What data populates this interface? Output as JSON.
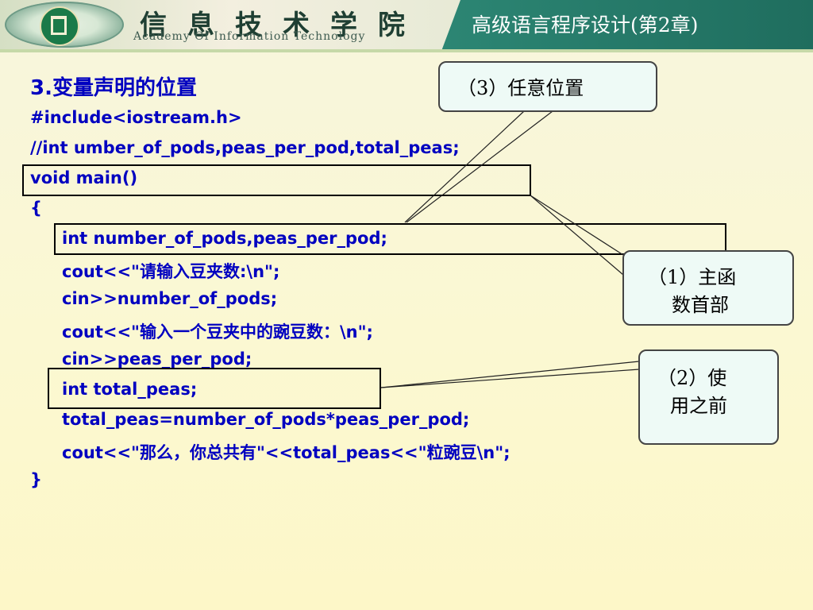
{
  "header": {
    "institution_cn": "信息技术学院",
    "institution_en": "Academy Of Information Technology",
    "course_title": "高级语言程序设计(第2章)"
  },
  "slide": {
    "section_title": "3.变量声明的位置",
    "code_lines": [
      "#include<iostream.h>",
      "//int umber_of_pods,peas_per_pod,total_peas;",
      "void main()",
      "{",
      "int number_of_pods,peas_per_pod;",
      "cout<<\"请输入豆夹数:\\n\";",
      "cin>>number_of_pods;",
      "cout<<\"输入一个豆夹中的豌豆数：\\n\";",
      "cin>>peas_per_pod;",
      "int total_peas;",
      "total_peas=number_of_pods*peas_per_pod;",
      "cout<<\"那么，你总共有\"<<total_peas<<\"粒豌豆\\n\";",
      "}"
    ],
    "callouts": {
      "anywhere": "（3）任意位置",
      "main_header_line1": "（1）主函",
      "main_header_line2": "数首部",
      "before_use_line1": "（2）使",
      "before_use_line2": "用之前"
    }
  },
  "colors": {
    "code_text": "#0000c0",
    "banner_green": "#2f8b78",
    "callout_fill": "#eefaf6",
    "slide_background": "#fbf8d2"
  }
}
